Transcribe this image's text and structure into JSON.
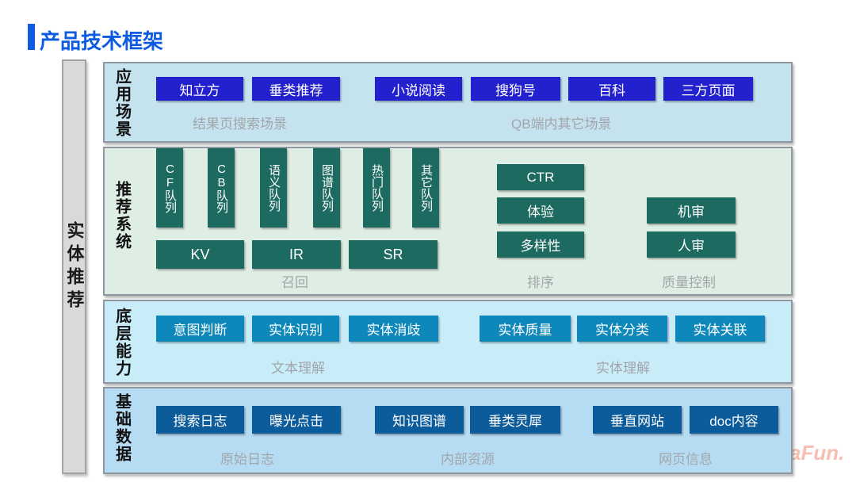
{
  "title": "产品技术框架",
  "sidebar": {
    "label": "实体推荐"
  },
  "watermark": "aFun.",
  "colors": {
    "accent_blue": "#0d5be1",
    "app_chip_blue": "#2321cd",
    "rec_teal": "#1c6a60",
    "capability_cyan": "#0e88ba",
    "data_navy": "#0c5b9b",
    "section_app_bg": "#c4e3ef",
    "section_rec_bg": "#dfeee5",
    "section_cap_bg": "#c9ecf9",
    "section_data_bg": "#b6dcf3",
    "caption_gray": "#a2a6aa",
    "side_band_gray": "#d9d9d9"
  },
  "sections": {
    "app": {
      "label": "应用场景",
      "chips": [
        "知立方",
        "垂类推荐",
        "小说阅读",
        "搜狗号",
        "百科",
        "三方页面"
      ],
      "captions": [
        "结果页搜索场景",
        "QB端内其它场景"
      ]
    },
    "rec": {
      "label": "推荐系统",
      "queues": [
        "CF队列",
        "CB队列",
        "语义队列",
        "图谱队列",
        "热门队列",
        "其它队列"
      ],
      "recall": [
        "KV",
        "IR",
        "SR"
      ],
      "ranking": [
        "CTR",
        "体验",
        "多样性"
      ],
      "quality": [
        "机审",
        "人审"
      ],
      "captions": [
        "召回",
        "排序",
        "质量控制"
      ]
    },
    "cap": {
      "label": "底层能力",
      "chips": [
        "意图判断",
        "实体识别",
        "实体消歧",
        "实体质量",
        "实体分类",
        "实体关联"
      ],
      "captions": [
        "文本理解",
        "实体理解"
      ]
    },
    "data": {
      "label": "基础数据",
      "chips": [
        "搜索日志",
        "曝光点击",
        "知识图谱",
        "垂类灵犀",
        "垂直网站",
        "doc内容"
      ],
      "captions": [
        "原始日志",
        "内部资源",
        "网页信息"
      ]
    }
  }
}
